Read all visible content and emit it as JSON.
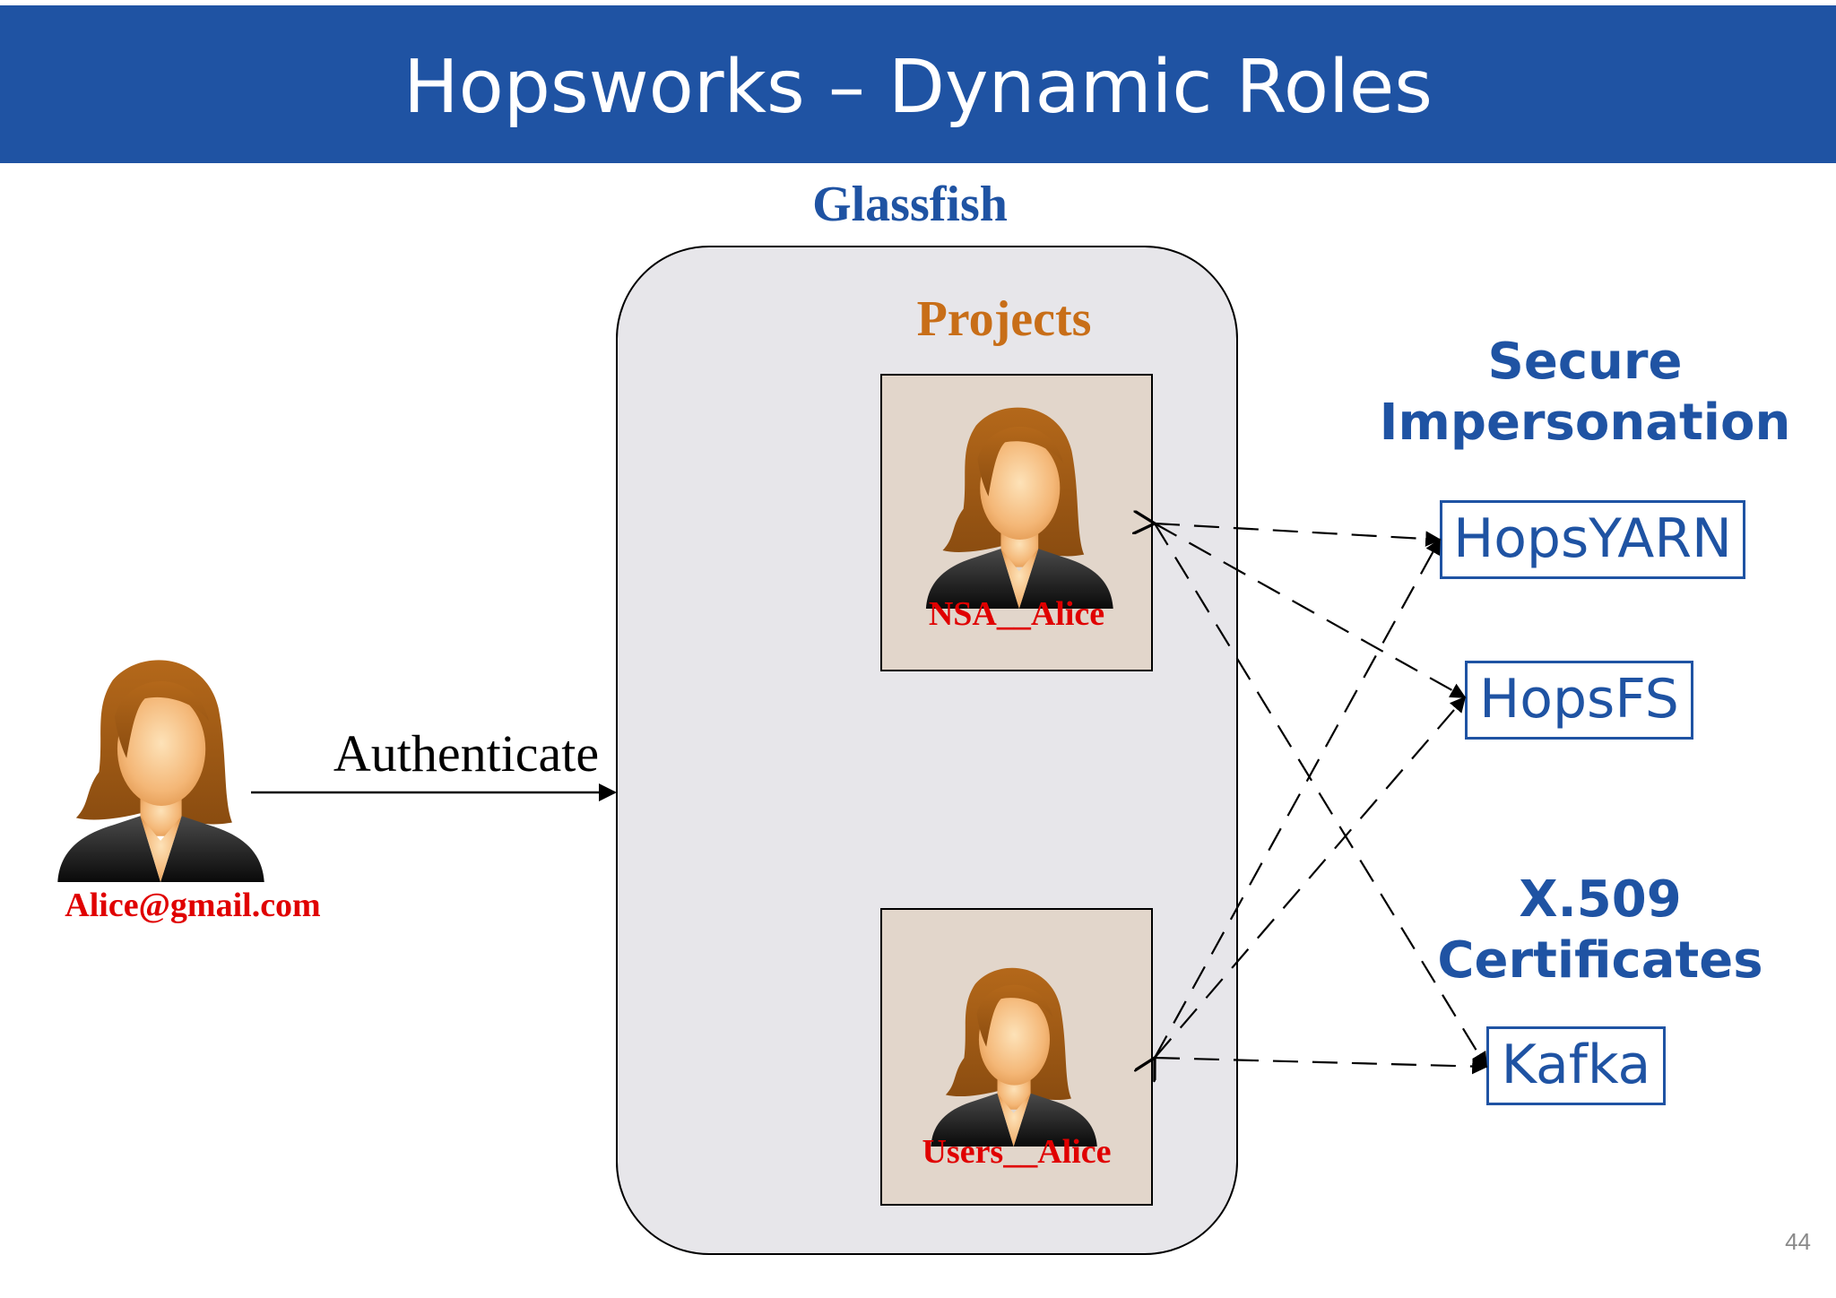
{
  "slide": {
    "title": "Hopsworks – Dynamic Roles",
    "page_number": "44"
  },
  "user": {
    "email": "Alice@gmail.com",
    "auth_label": "Authenticate"
  },
  "server": {
    "name": "Glassfish",
    "projects_label": "Projects",
    "roles": [
      {
        "label": "NSA__Alice"
      },
      {
        "label": "Users__Alice"
      }
    ]
  },
  "sections": {
    "impersonation_heading": "Secure\nImpersonation",
    "certificates_heading": "X.509\nCertificates"
  },
  "services": [
    {
      "label": "HopsYARN"
    },
    {
      "label": "HopsFS"
    },
    {
      "label": "Kafka"
    }
  ],
  "colors": {
    "title_bar": "#1f53a3",
    "accent_blue": "#1f53a3",
    "role_red": "#e00000",
    "projects_orange": "#c86e18",
    "container_fill": "#e7e6ea",
    "card_fill": "#e2d6cb"
  },
  "icons": {
    "user_avatar": "woman-avatar-icon"
  }
}
